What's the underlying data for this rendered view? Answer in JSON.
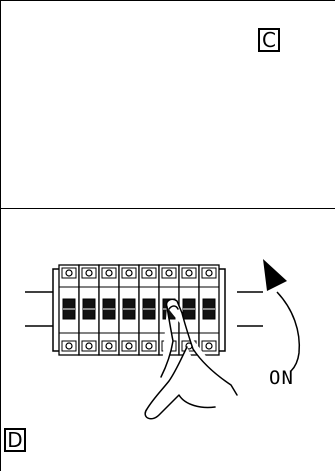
{
  "panels": [
    {
      "letter": "C"
    },
    {
      "letter": "D",
      "switch_direction_label": "ON"
    }
  ],
  "breaker_count": 8
}
